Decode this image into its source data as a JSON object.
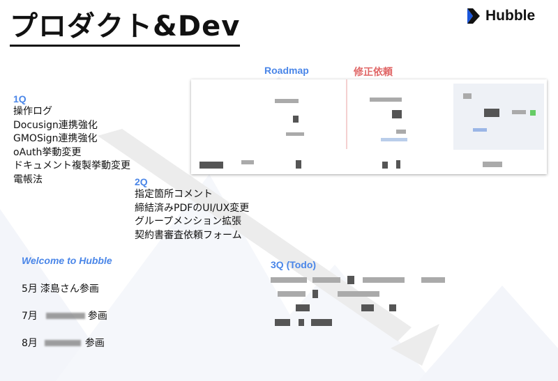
{
  "title": "プロダクト&Dev",
  "brand": {
    "name": "Hubble",
    "accent": "#1a56db"
  },
  "colors": {
    "section_blue": "#4a86e8",
    "section_red": "#e06666"
  },
  "q1": {
    "label": "1Q",
    "items": [
      "操作ログ",
      "Docusign連携強化",
      "GMOSign連携強化",
      "oAuth挙動変更",
      "ドキュメント複製挙動変更",
      "電帳法"
    ]
  },
  "q2": {
    "label": "2Q",
    "items": [
      "指定箇所コメント",
      "締結済みPDFのUI/UX変更",
      "グループメンション拡張",
      "契約書審査依頼フォーム"
    ]
  },
  "roadmap": {
    "label": "Roadmap"
  },
  "fix_request": {
    "label": "修正依頼"
  },
  "q3": {
    "label": "3Q (Todo)"
  },
  "welcome": {
    "label": "Welcome to Hubble",
    "members": [
      {
        "month": "5月",
        "name": "漆島さん",
        "suffix": "参画"
      },
      {
        "month": "7月",
        "name": "",
        "suffix": "参画"
      },
      {
        "month": "8月",
        "name": "",
        "suffix": "参画"
      }
    ]
  }
}
